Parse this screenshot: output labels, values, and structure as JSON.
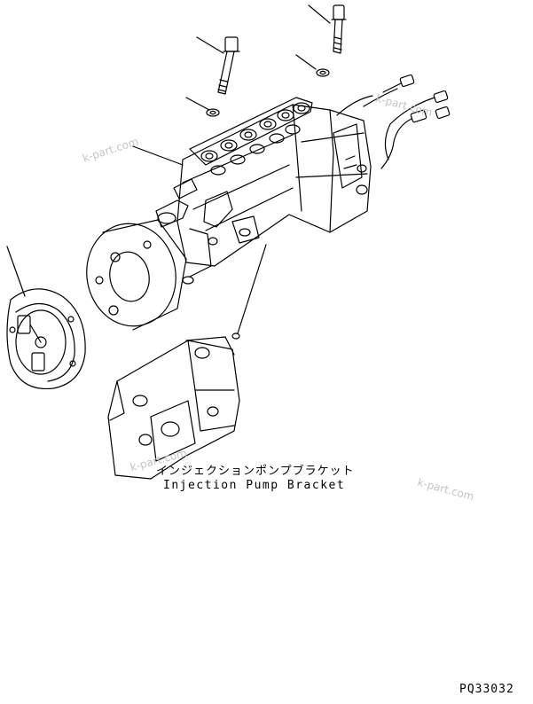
{
  "labels": {
    "part_name_jp": "インジェクションポンプブラケット",
    "part_name_en": "Injection Pump Bracket",
    "diagram_code": "PQ33032"
  },
  "watermark": "k-part.com",
  "colors": {
    "line": "#000000",
    "watermark": "#c4c4c4",
    "background": "#ffffff"
  }
}
